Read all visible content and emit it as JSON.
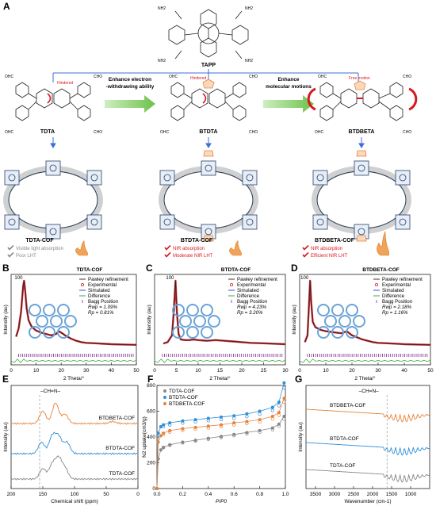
{
  "panel_labels": {
    "a": "A",
    "b": "B",
    "c": "C",
    "d": "D",
    "e": "E",
    "f": "F",
    "g": "G"
  },
  "panel_a": {
    "tapp_label": "TAPP",
    "amine": "NH2",
    "aldehyde": "OHC",
    "aldehyde_right": "CHO",
    "monomers": [
      "TDTA",
      "BTDTA",
      "BTDBETA"
    ],
    "hindered_1": "Hindered",
    "hindered_2": "Hindered",
    "free_motion": "Free motion",
    "arrow1_line1": "Enhance electron",
    "arrow1_line2": "-withdrawing ability",
    "arrow2_line1": "Enhance",
    "arrow2_line2": "molecular motions",
    "cofs": [
      {
        "name": "TDTA-COF",
        "line1": "Visible light absorption",
        "line2": "Poor LHT",
        "check": "gray"
      },
      {
        "name": "BTDTA-COF",
        "line1": "NIR absorption",
        "line2": "Moderate NIR LHT",
        "check": "red"
      },
      {
        "name": "BTDBETA-COF",
        "line1": "NIR absorption",
        "line2": "Efficient NIR LHT",
        "check": "red"
      }
    ]
  },
  "legend_common": [
    "Pawley refinement",
    "Experimental",
    "Simulated",
    "Difference",
    "Bagg Position"
  ],
  "colors": {
    "experimental": "#c0272d",
    "simulated": "#3a3ab0",
    "difference": "#2e9e2e",
    "bragg": "#7b2d8e",
    "pawley": "#222222",
    "tdta": "#888888",
    "btdta": "#2f8fd8",
    "btdbeta": "#e8833a",
    "red": "#d7191f"
  },
  "chart_data": [
    {
      "type": "line",
      "id": "B",
      "title": "TDTA-COF",
      "xlabel": "2 Theta/°",
      "ylabel": "Intensity (au)",
      "xlim": [
        0,
        50
      ],
      "xticks": [
        0,
        10,
        20,
        30,
        40,
        50
      ],
      "peak_label": "100",
      "stats": [
        "Rwp = 1.09%",
        "Rp = 0.81%"
      ],
      "series": [
        {
          "name": "Experimental",
          "x": [
            2,
            3,
            4,
            4.8,
            5.2,
            5.6,
            6.2,
            7,
            8,
            9,
            10,
            12,
            14,
            16,
            18,
            19,
            20,
            22,
            24,
            26,
            28,
            30,
            35,
            40,
            45,
            50
          ],
          "y": [
            0.18,
            0.3,
            0.55,
            0.92,
            1.0,
            0.86,
            0.6,
            0.42,
            0.34,
            0.3,
            0.27,
            0.24,
            0.22,
            0.2,
            0.22,
            0.26,
            0.24,
            0.19,
            0.15,
            0.12,
            0.1,
            0.09,
            0.08,
            0.07,
            0.065,
            0.06
          ]
        }
      ]
    },
    {
      "type": "line",
      "id": "C",
      "title": "BTDTA-COF",
      "xlabel": "2 Theta/°",
      "ylabel": "Intensity (au)",
      "xlim": [
        0,
        30
      ],
      "xticks": [
        0,
        5,
        10,
        15,
        20,
        25,
        30
      ],
      "peak_label": "100",
      "stats": [
        "Rwp = 4.23%",
        "Rp = 3.20%"
      ],
      "series": [
        {
          "name": "Experimental",
          "x": [
            2,
            3,
            4,
            4.4,
            4.8,
            5.1,
            5.5,
            6,
            7,
            8,
            9,
            10,
            12,
            14,
            16,
            18,
            20,
            22,
            24,
            26,
            28,
            30
          ],
          "y": [
            0.08,
            0.1,
            0.2,
            0.55,
            1.0,
            0.55,
            0.22,
            0.14,
            0.13,
            0.13,
            0.14,
            0.13,
            0.12,
            0.13,
            0.12,
            0.11,
            0.1,
            0.09,
            0.085,
            0.08,
            0.075,
            0.07
          ]
        }
      ]
    },
    {
      "type": "line",
      "id": "D",
      "title": "BTDBETA-COF",
      "xlabel": "2 Theta/°",
      "ylabel": "Intensity (au)",
      "xlim": [
        0,
        50
      ],
      "xticks": [
        0,
        10,
        20,
        30,
        40,
        50
      ],
      "peak_label": "100",
      "stats": [
        "Rwp = 2.18%",
        "Rp = 1.16%"
      ],
      "series": [
        {
          "name": "Experimental",
          "x": [
            2,
            3,
            3.5,
            4,
            4.4,
            5,
            6,
            7,
            8,
            10,
            12,
            14,
            16,
            18,
            20,
            22,
            24,
            26,
            28,
            30,
            35,
            40,
            45,
            50
          ],
          "y": [
            0.1,
            0.2,
            0.6,
            1.0,
            0.7,
            0.4,
            0.32,
            0.3,
            0.28,
            0.26,
            0.25,
            0.24,
            0.23,
            0.26,
            0.2,
            0.17,
            0.14,
            0.12,
            0.1,
            0.09,
            0.08,
            0.07,
            0.065,
            0.06
          ]
        }
      ]
    },
    {
      "type": "line",
      "id": "E",
      "xlabel": "Chemical shift (ppm)",
      "ylabel": "Intensity (au)",
      "xlim": [
        200,
        0
      ],
      "xticks": [
        200,
        150,
        100,
        50,
        0
      ],
      "annotation": "–CH=N–",
      "series": [
        {
          "name": "BTDBETA-COF",
          "peaks": [
            [
              150,
              0.6
            ],
            [
              130,
              1.0
            ],
            [
              115,
              0.45
            ],
            [
              40,
              0.1
            ]
          ]
        },
        {
          "name": "BTDTA-COF",
          "peaks": [
            [
              152,
              0.55
            ],
            [
              135,
              0.85
            ],
            [
              125,
              0.8
            ],
            [
              112,
              0.55
            ]
          ]
        },
        {
          "name": "TDTA-COF",
          "peaks": [
            [
              150,
              0.5
            ],
            [
              135,
              0.7
            ],
            [
              125,
              0.95
            ],
            [
              115,
              0.5
            ]
          ]
        }
      ]
    },
    {
      "type": "scatter",
      "id": "F",
      "xlabel": "P/P0",
      "ylabel": "N2 uptake(cm3/g)",
      "xlim": [
        0,
        1
      ],
      "ylim": [
        0,
        800
      ],
      "xticks": [
        0,
        0.2,
        0.4,
        0.6,
        0.8,
        1.0
      ],
      "yticks": [
        0,
        200,
        400,
        600,
        800
      ],
      "series": [
        {
          "name": "TDTA-COF",
          "x": [
            0,
            0.01,
            0.03,
            0.05,
            0.1,
            0.2,
            0.3,
            0.4,
            0.5,
            0.6,
            0.7,
            0.8,
            0.9,
            0.95,
            0.99
          ],
          "y": [
            0,
            230,
            300,
            320,
            340,
            360,
            375,
            390,
            405,
            420,
            435,
            450,
            470,
            500,
            560
          ]
        },
        {
          "name": "BTDTA-COF",
          "x": [
            0,
            0.01,
            0.03,
            0.05,
            0.1,
            0.2,
            0.3,
            0.4,
            0.5,
            0.6,
            0.7,
            0.8,
            0.9,
            0.95,
            0.99
          ],
          "y": [
            0,
            430,
            480,
            495,
            510,
            525,
            535,
            545,
            555,
            565,
            580,
            600,
            630,
            670,
            820
          ]
        },
        {
          "name": "BTDBETA-COF",
          "x": [
            0,
            0.01,
            0.03,
            0.05,
            0.1,
            0.2,
            0.3,
            0.4,
            0.5,
            0.6,
            0.7,
            0.8,
            0.9,
            0.95,
            0.99
          ],
          "y": [
            0,
            360,
            410,
            430,
            450,
            465,
            475,
            485,
            495,
            510,
            520,
            535,
            560,
            590,
            700
          ]
        }
      ]
    },
    {
      "type": "line",
      "id": "G",
      "xlabel": "Wavenumber (cm-1)",
      "ylabel": "Intensity (au)",
      "xlim": [
        3750,
        500
      ],
      "xticks": [
        3500,
        3000,
        2500,
        2000,
        1500,
        1000
      ],
      "annotation": "–CH=N–",
      "series": [
        {
          "name": "BTDBETA-COF"
        },
        {
          "name": "BTDTA-COF"
        },
        {
          "name": "TDTA-COF"
        }
      ]
    }
  ]
}
